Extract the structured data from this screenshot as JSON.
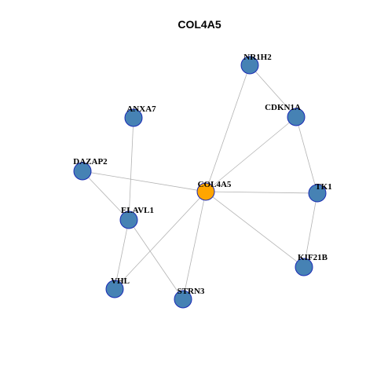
{
  "title": "COL4A5",
  "colors": {
    "hub_fill": "#FFA500",
    "node_fill": "#4682B4",
    "node_border": "#1A2BB5",
    "edge": "#B3B3B3"
  },
  "nodes": [
    {
      "id": "COL4A5",
      "label": "COL4A5",
      "role": "hub"
    },
    {
      "id": "NR1H2",
      "label": "NR1H2",
      "role": "neighbor"
    },
    {
      "id": "CDKN1A",
      "label": "CDKN1A",
      "role": "neighbor"
    },
    {
      "id": "ANXA7",
      "label": "ANXA7",
      "role": "neighbor"
    },
    {
      "id": "DAZAP2",
      "label": "DAZAP2",
      "role": "neighbor"
    },
    {
      "id": "TK1",
      "label": "TK1",
      "role": "neighbor"
    },
    {
      "id": "ELAVL1",
      "label": "ELAVL1",
      "role": "neighbor"
    },
    {
      "id": "KIF21B",
      "label": "KIF21B",
      "role": "neighbor"
    },
    {
      "id": "VHL",
      "label": "VHL",
      "role": "neighbor"
    },
    {
      "id": "STRN3",
      "label": "STRN3",
      "role": "neighbor"
    }
  ],
  "edges": [
    [
      "COL4A5",
      "NR1H2"
    ],
    [
      "COL4A5",
      "CDKN1A"
    ],
    [
      "COL4A5",
      "DAZAP2"
    ],
    [
      "COL4A5",
      "TK1"
    ],
    [
      "COL4A5",
      "KIF21B"
    ],
    [
      "COL4A5",
      "STRN3"
    ],
    [
      "COL4A5",
      "VHL"
    ],
    [
      "NR1H2",
      "CDKN1A"
    ],
    [
      "CDKN1A",
      "TK1"
    ],
    [
      "TK1",
      "KIF21B"
    ],
    [
      "ANXA7",
      "ELAVL1"
    ],
    [
      "DAZAP2",
      "ELAVL1"
    ],
    [
      "ELAVL1",
      "VHL"
    ],
    [
      "ELAVL1",
      "STRN3"
    ]
  ]
}
